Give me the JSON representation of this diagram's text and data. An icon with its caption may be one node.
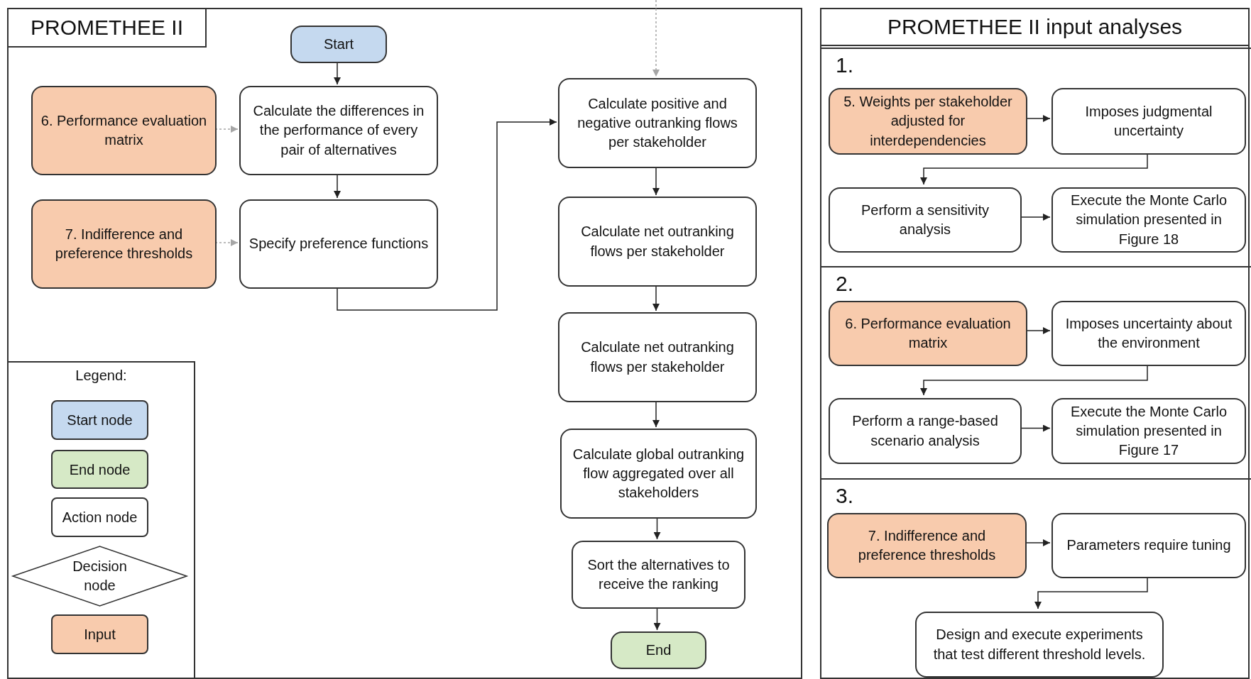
{
  "diagram": {
    "nodes": [
      {
        "text": [
          "PROMETHEE II"
        ]
      },
      {
        "text": [
          "Start"
        ],
        "in": 0
      },
      {
        "text": [
          "6. Performance evaluation matrix"
        ],
        "in": 0
      },
      {
        "text": [
          "Calculate the differences in the performance of every pair of alternatives"
        ],
        "in": 0
      },
      {
        "text": [
          "7. Indifference and preference thresholds"
        ],
        "in": 0
      },
      {
        "text": [
          "Specify preference functions"
        ],
        "in": 0
      },
      {
        "text": [
          "Calculate positive and negative outranking flows per stakeholder"
        ],
        "in": 0
      },
      {
        "text": [
          "Calculate net outranking flows per stakeholder"
        ],
        "in": 0
      },
      {
        "text": [
          "Calculate net outranking flows per stakeholder"
        ],
        "in": 0
      },
      {
        "text": [
          "Calculate global outranking flow aggregated over all stakeholders"
        ],
        "in": 0
      },
      {
        "text": [
          "Sort the alternatives to receive the ranking"
        ],
        "in": 0
      },
      {
        "text": [
          "End"
        ],
        "in": 0
      },
      {
        "text": [
          "PROMETHEE II input analyses"
        ]
      },
      {
        "text": [
          "1."
        ],
        "in": 12
      },
      {
        "text": [
          "2."
        ],
        "in": 12
      },
      {
        "text": [
          "3."
        ],
        "in": 12
      },
      {
        "text": [
          "5. Weights per stakeholder adjusted for interdependencies"
        ],
        "in": 13
      },
      {
        "text": [
          "Imposes judgmental uncertainty"
        ],
        "in": 13
      },
      {
        "text": [
          "Perform a sensitivity analysis"
        ],
        "in": 13
      },
      {
        "text": [
          "Execute the Monte Carlo simulation presented in Figure 18"
        ],
        "in": 13
      },
      {
        "text": [
          "6. Performance evaluation matrix"
        ],
        "in": 14
      },
      {
        "text": [
          "Imposes uncertainty about the environment"
        ],
        "in": 14
      },
      {
        "text": [
          "Perform a range-based scenario analysis"
        ],
        "in": 14
      },
      {
        "text": [
          "Execute the Monte Carlo simulation presented in Figure 17"
        ],
        "in": 14
      },
      {
        "text": [
          "7. Indifference and preference thresholds"
        ],
        "in": 15
      },
      {
        "text": [
          "Parameters require tuning"
        ],
        "in": 15
      },
      {
        "text": [
          "Design and execute experiments that test different threshold levels."
        ],
        "in": 15
      }
    ],
    "edges": [
      {
        "from": 1,
        "to": 3,
        "arrow": "to"
      },
      {
        "from": 2,
        "to": 3,
        "arrow": "to",
        "style": "dashed",
        "color": "#a6a6a6"
      },
      {
        "from": 3,
        "to": 5,
        "arrow": "to"
      },
      {
        "from": 4,
        "to": 5,
        "arrow": "to",
        "style": "dashed",
        "color": "#a6a6a6"
      },
      {
        "from": 5,
        "to": 6,
        "arrow": "to"
      },
      {
        "from": null,
        "to": 6,
        "arrow": "to",
        "style": "dashed",
        "color": "#a6a6a6"
      },
      {
        "from": 6,
        "to": 7,
        "arrow": "to"
      },
      {
        "from": 7,
        "to": 8,
        "arrow": "to"
      },
      {
        "from": 8,
        "to": 9,
        "arrow": "to"
      },
      {
        "from": 9,
        "to": 10,
        "arrow": "to"
      },
      {
        "from": 10,
        "to": 11,
        "arrow": "to"
      },
      {
        "from": 16,
        "to": 17,
        "arrow": "to"
      },
      {
        "from": 17,
        "to": 18,
        "arrow": "to"
      },
      {
        "from": 18,
        "to": 19,
        "arrow": "to"
      },
      {
        "from": 20,
        "to": 21,
        "arrow": "to"
      },
      {
        "from": 21,
        "to": 22,
        "arrow": "to"
      },
      {
        "from": 22,
        "to": 23,
        "arrow": "to"
      },
      {
        "from": 24,
        "to": 25,
        "arrow": "to"
      },
      {
        "from": 25,
        "to": 26,
        "arrow": "to"
      }
    ],
    "labels": [
      "Legend:"
    ],
    "legend": [
      {
        "text": "Start node",
        "color": "#c5d9ef"
      },
      {
        "text": "End node",
        "color": "#d6e9c6"
      },
      {
        "text": "Action node",
        "color": "#ffffff"
      },
      {
        "text": "Decision node"
      },
      {
        "text": "Input",
        "color": "#f8cbad"
      }
    ]
  }
}
